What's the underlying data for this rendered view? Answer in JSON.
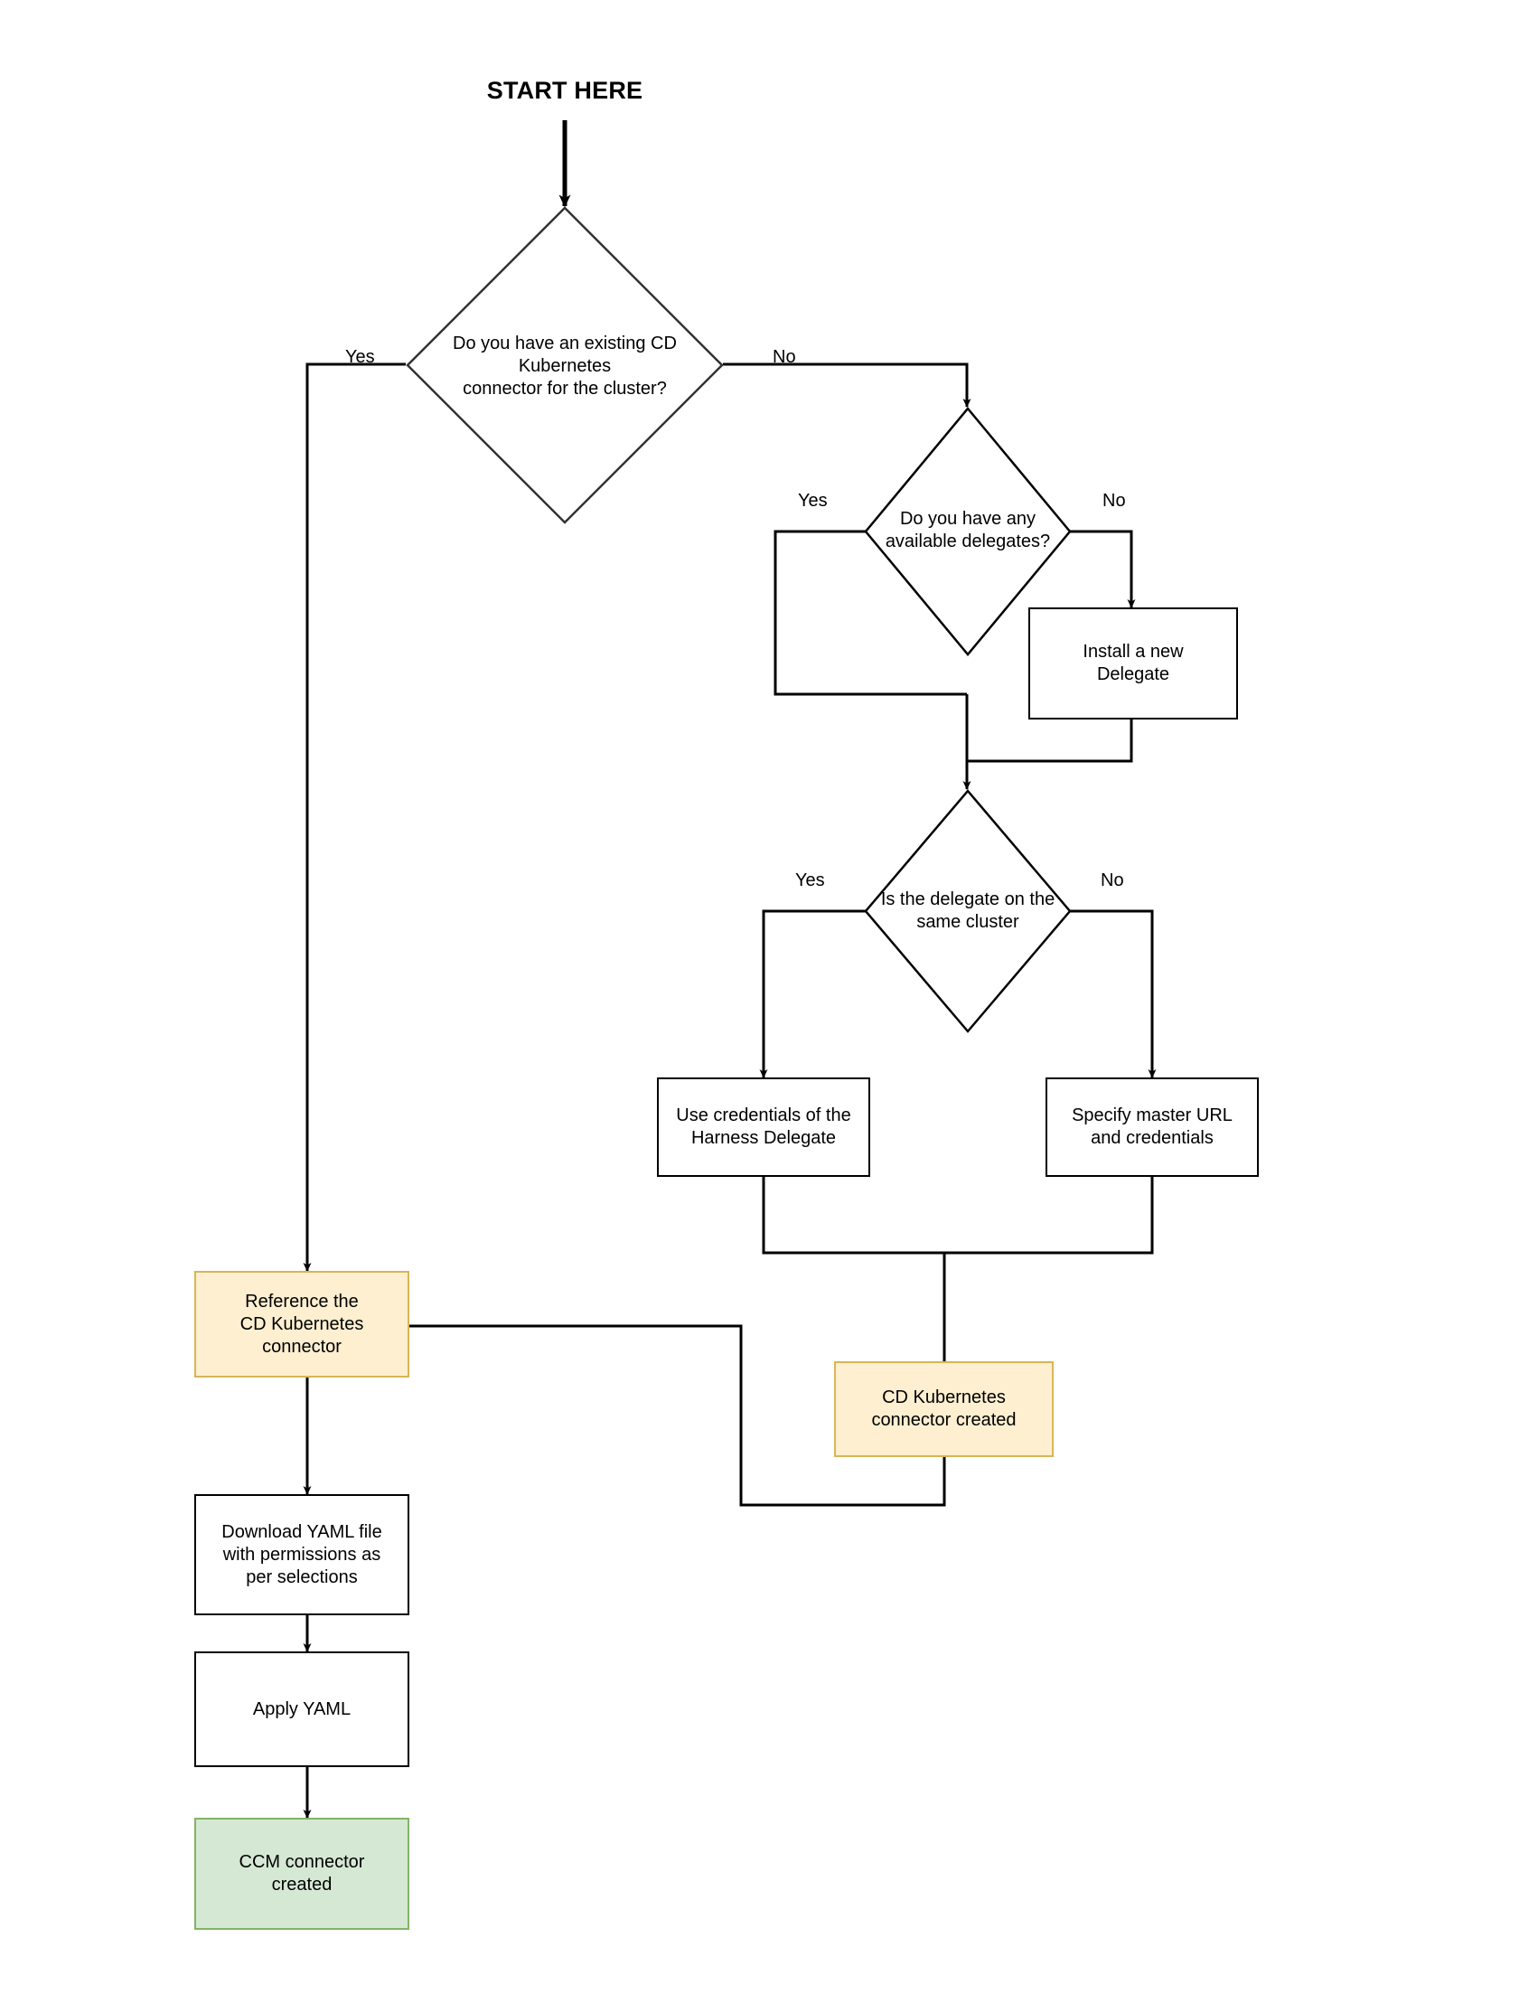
{
  "diagram": {
    "title": "START HERE",
    "type": "flowchart",
    "colors": {
      "stroke": "#000000",
      "diamond_stroke": "#333333",
      "box_fill": "#ffffff",
      "accent_orange_fill": "#fdefd0",
      "accent_orange_stroke": "#d6b656",
      "accent_green_fill": "#d5e8d4",
      "accent_green_stroke": "#82b366",
      "text": "#000000"
    },
    "decisions": [
      {
        "id": "existing-cd-connector",
        "text": "Do you have an existing CD\nKubernetes\nconnector for the cluster?",
        "lines": [
          "Do you have an existing CD",
          "Kubernetes",
          "connector for the cluster?"
        ]
      },
      {
        "id": "available-delegates",
        "text": "Do you have any\navailable delegates?",
        "lines": [
          "Do you have any",
          "available delegates?"
        ]
      },
      {
        "id": "delegate-same-cluster",
        "text": "Is the delegate on the\nsame cluster",
        "lines": [
          "Is the delegate on the",
          "same cluster"
        ]
      }
    ],
    "nodes": [
      {
        "id": "install-delegate",
        "text": "Install a new\nDelegate",
        "lines": [
          "Install a new",
          "Delegate"
        ],
        "style": "plain"
      },
      {
        "id": "use-harness-credentials",
        "text": "Use credentials of the\nHarness Delegate",
        "lines": [
          "Use credentials of the",
          "Harness Delegate"
        ],
        "style": "plain"
      },
      {
        "id": "specify-master-url",
        "text": "Specify master URL\nand credentials",
        "lines": [
          "Specify master URL",
          "and credentials"
        ],
        "style": "plain"
      },
      {
        "id": "reference-cd-connector",
        "text": "Reference the\nCD Kubernetes\nconnector",
        "lines": [
          "Reference the",
          "CD Kubernetes",
          "connector"
        ],
        "style": "accent-orange"
      },
      {
        "id": "cd-connector-created",
        "text": "CD Kubernetes\nconnector created",
        "lines": [
          "CD Kubernetes",
          "connector created"
        ],
        "style": "accent-orange"
      },
      {
        "id": "download-yaml",
        "text": "Download YAML file\nwith permissions as\nper selections",
        "lines": [
          "Download YAML file",
          "with permissions as",
          "per selections"
        ],
        "style": "plain"
      },
      {
        "id": "apply-yaml",
        "text": "Apply YAML",
        "lines": [
          "Apply YAML"
        ],
        "style": "plain"
      },
      {
        "id": "ccm-connector-created",
        "text": "CCM connector\ncreated",
        "lines": [
          "CCM connector",
          "created"
        ],
        "style": "accent-green"
      }
    ],
    "edge_labels": {
      "existing_yes": "Yes",
      "existing_no": "No",
      "delegates_yes": "Yes",
      "delegates_no": "No",
      "same_cluster_yes": "Yes",
      "same_cluster_no": "No"
    }
  }
}
